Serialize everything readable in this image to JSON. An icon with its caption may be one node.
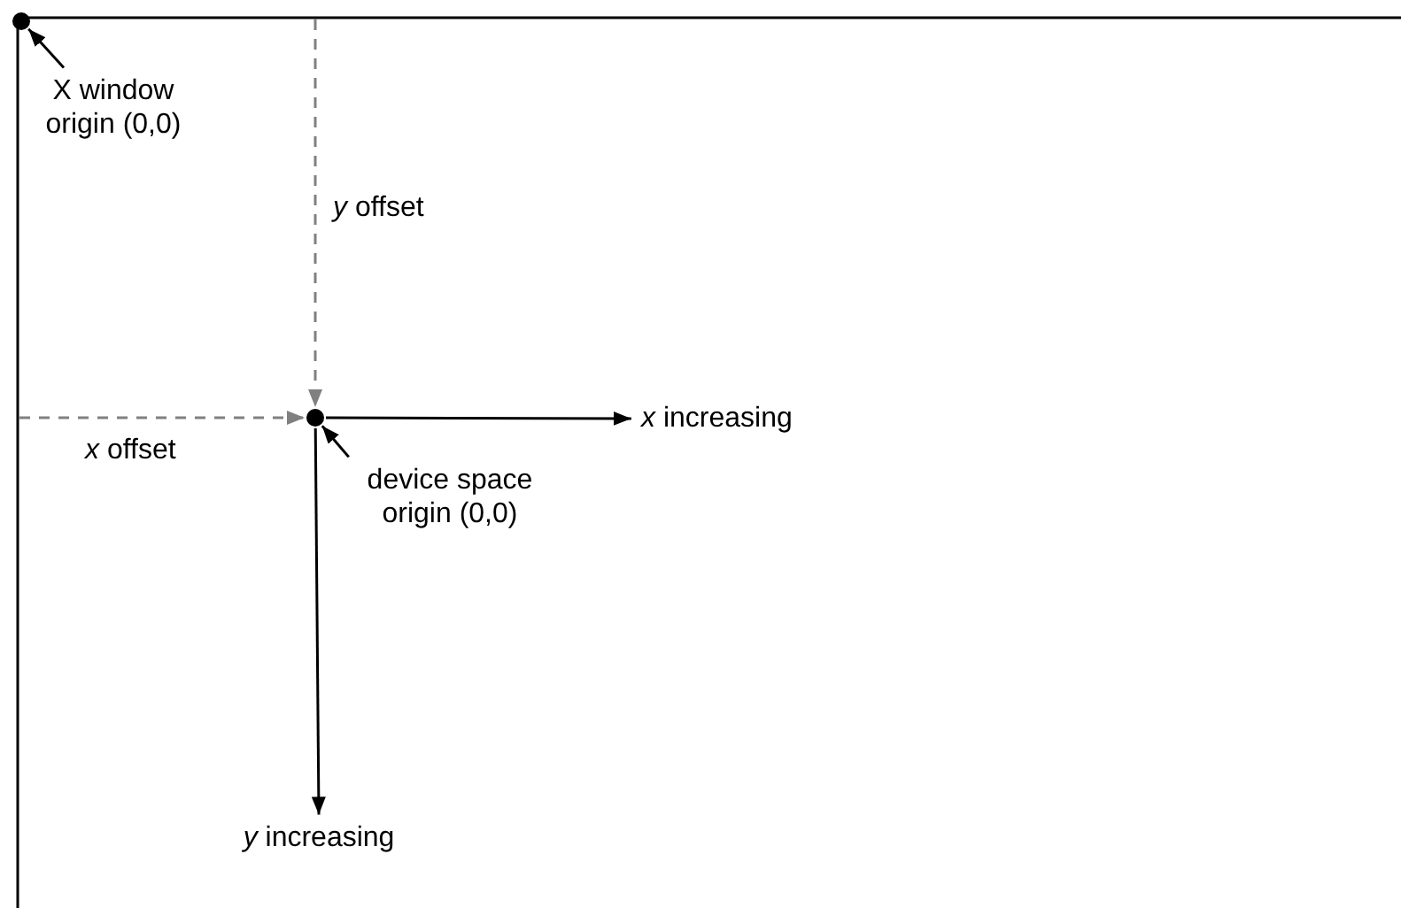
{
  "diagram": {
    "nodes": [
      {
        "text": [
          "X window origin (0,0)"
        ]
      },
      {
        "text": [],
        "shape": "circle"
      },
      {
        "text": [
          "device space origin (0,0)"
        ]
      },
      {
        "text": [],
        "shape": "circle"
      },
      {
        "text": [
          "*x* increasing"
        ]
      },
      {
        "text": [
          "*y* increasing"
        ]
      }
    ],
    "edges": [
      {
        "from": 0,
        "to": 1,
        "arrow": "to"
      },
      {
        "from": null,
        "to": 3,
        "arrow": "to",
        "style": "dashed",
        "color": "#808080",
        "label": "*y* offset"
      },
      {
        "from": null,
        "to": 3,
        "arrow": "to",
        "style": "dashed",
        "color": "#808080",
        "label": "*x* offset"
      },
      {
        "from": 2,
        "to": 3,
        "arrow": "to"
      },
      {
        "from": 3,
        "to": 4,
        "arrow": "to"
      },
      {
        "from": 3,
        "to": 5,
        "arrow": "to"
      }
    ]
  }
}
